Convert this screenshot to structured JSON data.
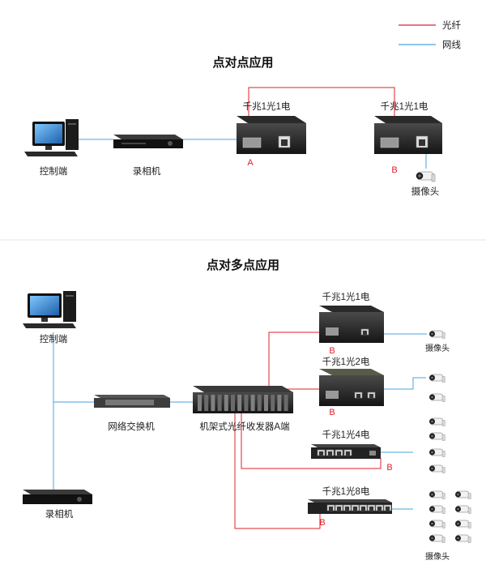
{
  "legend": {
    "fiber_label": "光纤",
    "network_label": "网线",
    "fiber_color": "#e0202b",
    "network_color": "#4aa3df"
  },
  "section1": {
    "title": "点对点应用",
    "control_label": "控制端",
    "recorder_label": "录相机",
    "converter_a_label": "千兆1光1电",
    "converter_b_label": "千兆1光1电",
    "port_a": "A",
    "port_b": "B",
    "camera_label": "摄像头"
  },
  "section2": {
    "title": "点对多点应用",
    "control_label": "控制端",
    "switch_label": "网络交换机",
    "recorder_label": "录相机",
    "rack_label": "机架式光纤收发器A端",
    "device1_label": "千兆1光1电",
    "device2_label": "千兆1光2电",
    "device3_label": "千兆1光4电",
    "device4_label": "千兆1光8电",
    "port_b": "B",
    "camera_label_small": "摄像头",
    "camera_label": "摄像头"
  }
}
